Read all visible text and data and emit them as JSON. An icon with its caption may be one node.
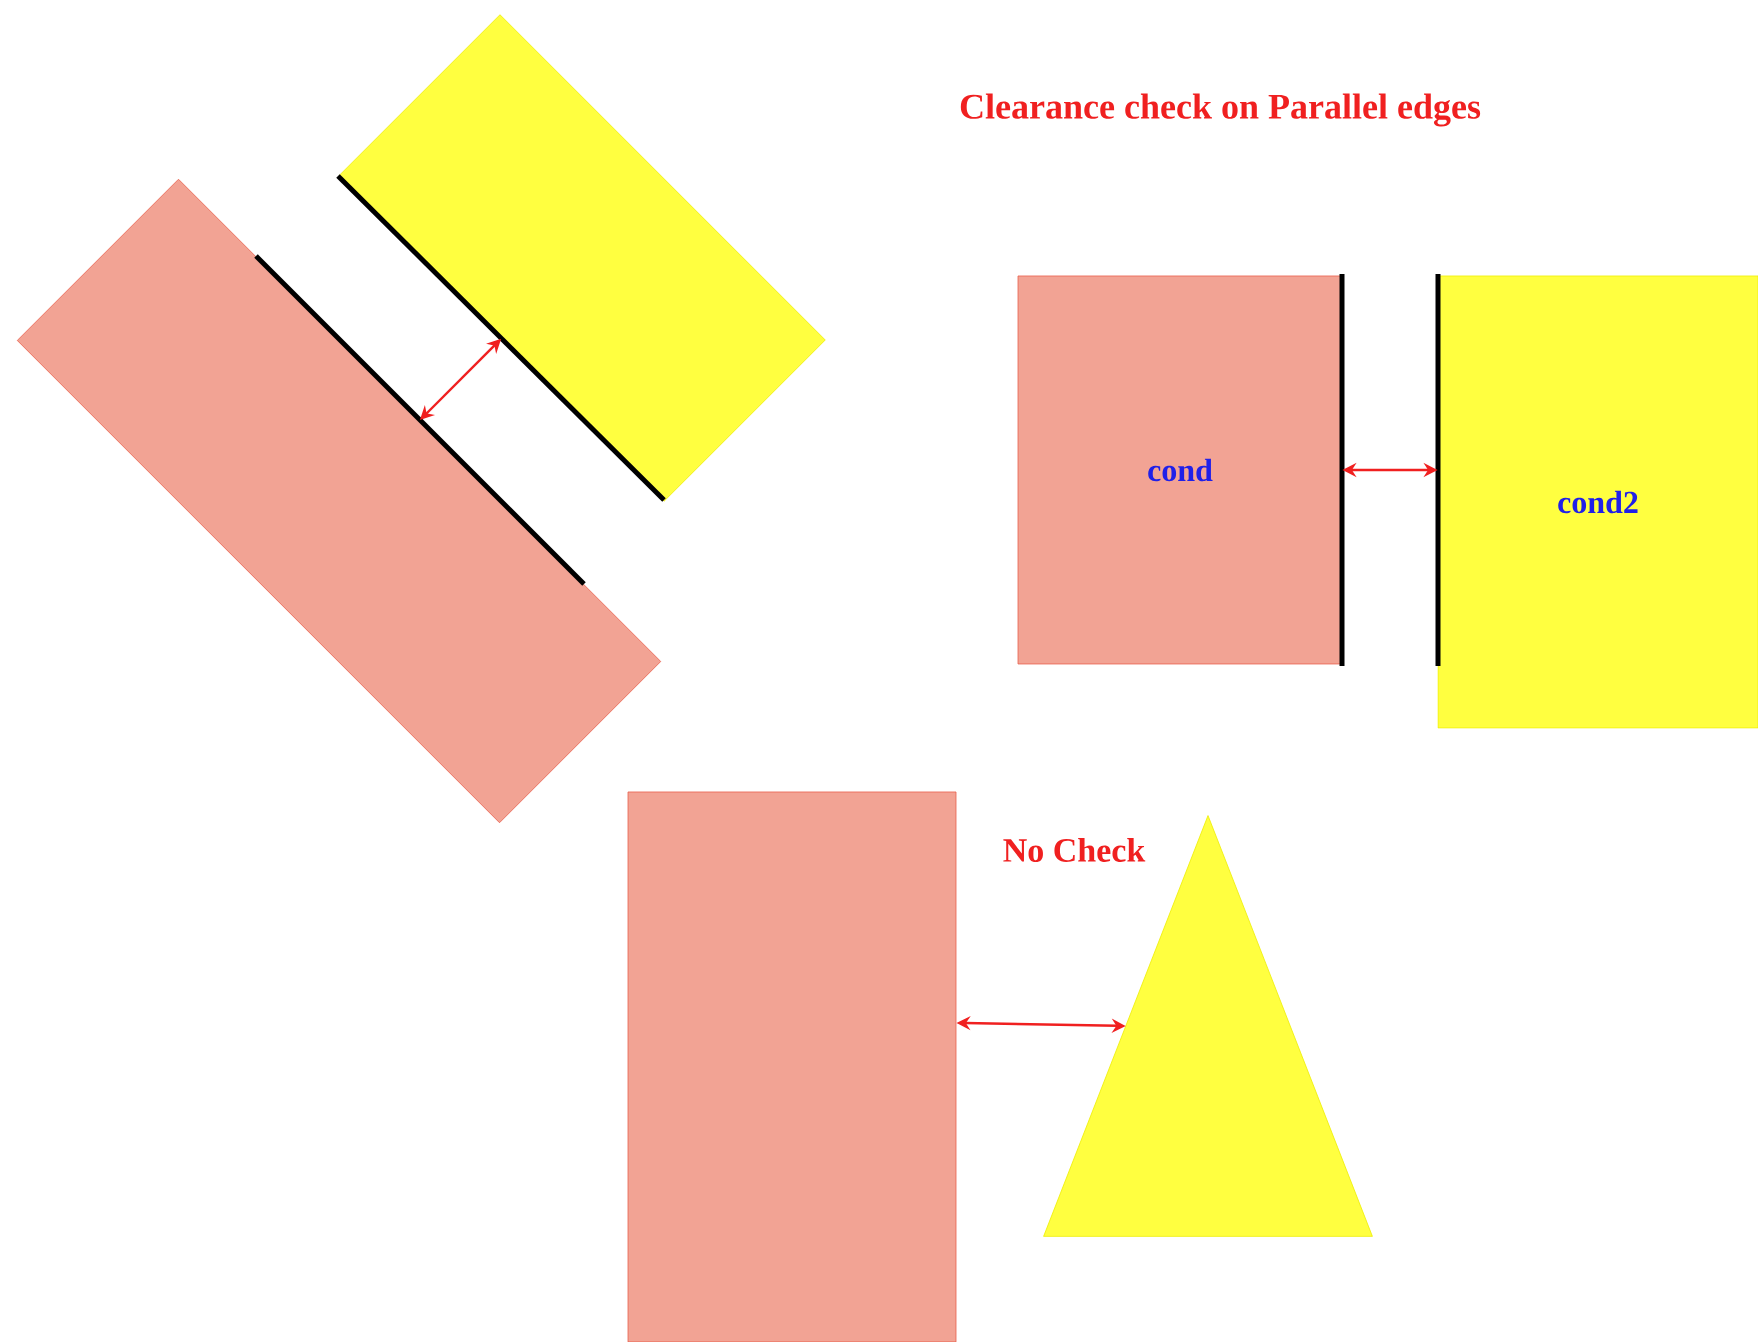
{
  "diagram": {
    "title": "Clearance check on Parallel edges",
    "nodes": [
      {
        "text": [],
        "shape": "box"
      },
      {
        "text": [],
        "shape": "box"
      },
      {
        "text": [
          "cond"
        ]
      },
      {
        "text": [
          "cond2"
        ]
      },
      {
        "text": [],
        "shape": "box"
      },
      {
        "text": [],
        "shape": "triangle"
      }
    ],
    "edges": [
      {
        "from": 0,
        "to": 1,
        "arrow": "both"
      },
      {
        "from": 2,
        "to": 3,
        "arrow": "both"
      },
      {
        "from": 4,
        "to": 5,
        "arrow": "both"
      }
    ],
    "labels": [
      "No Check"
    ]
  }
}
